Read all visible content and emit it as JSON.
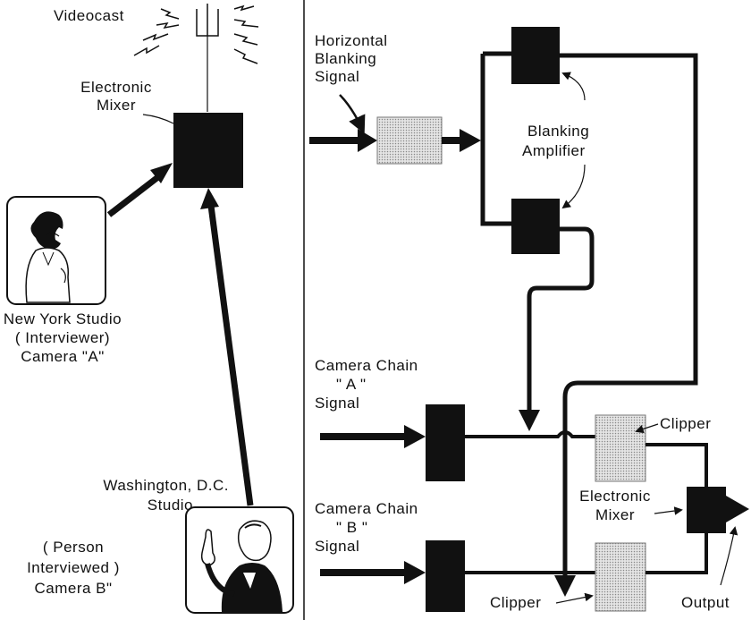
{
  "labels": {
    "videocast": "Videocast",
    "electronic_mixer_left": [
      "Electronic",
      "Mixer"
    ],
    "ny_studio": [
      "New York Studio",
      "( Interviewer)",
      "Camera \"A\""
    ],
    "dc_studio": [
      "Washington, D.C.",
      "Studio"
    ],
    "person_interviewed": [
      "( Person",
      "Interviewed )",
      "Camera B\""
    ],
    "horizontal_blanking": [
      "Horizontal",
      "Blanking",
      "Signal"
    ],
    "blanking_amplifier": [
      "Blanking",
      "Amplifier"
    ],
    "camera_chain_a": [
      "Camera Chain",
      "\" A \"",
      "Signal"
    ],
    "camera_chain_b": [
      "Camera Chain",
      "\" B \"",
      "Signal"
    ],
    "clipper_top": "Clipper",
    "clipper_bottom": "Clipper",
    "electronic_mixer_right": [
      "Electronic",
      "Mixer"
    ],
    "output": "Output"
  },
  "colors": {
    "ink": "#111111",
    "dotted_fill": "#cfcfcf",
    "background": "#ffffff"
  }
}
